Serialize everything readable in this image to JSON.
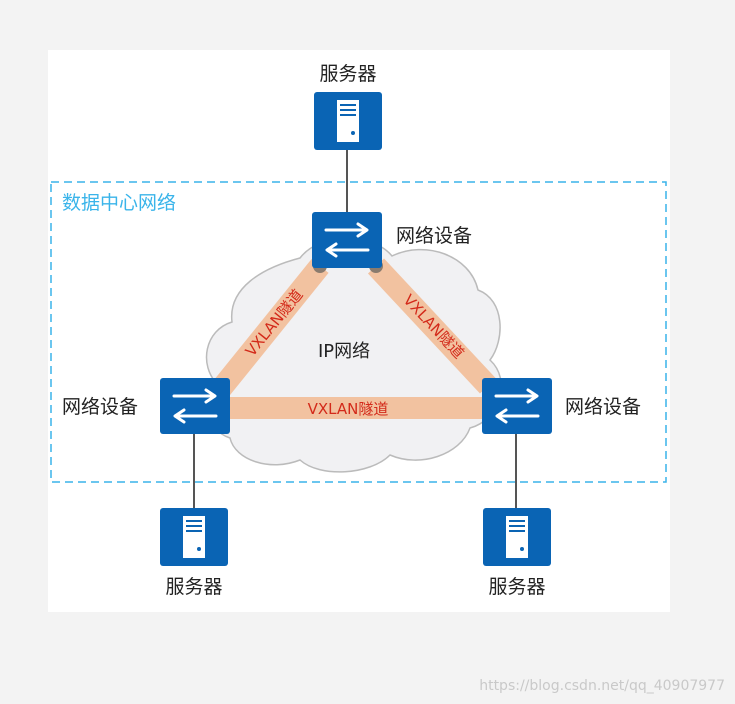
{
  "region": {
    "label": "数据中心网络",
    "color": "#3ab4ea"
  },
  "cloud": {
    "label": "IP网络",
    "fill": "#f1f1f3",
    "stroke": "#bbbbbb"
  },
  "nodes": {
    "top_server": {
      "label": "服务器"
    },
    "top_device": {
      "label": "网络设备"
    },
    "left_device": {
      "label": "网络设备"
    },
    "right_device": {
      "label": "网络设备"
    },
    "left_server": {
      "label": "服务器"
    },
    "right_server": {
      "label": "服务器"
    }
  },
  "tunnels": {
    "left": {
      "label": "VXLAN隧道"
    },
    "right": {
      "label": "VXLAN隧道"
    },
    "bottom": {
      "label": "VXLAN隧道"
    }
  },
  "colors": {
    "device_blue": "#0a64b4",
    "tunnel_fill": "#f2c2a0",
    "tunnel_text": "#d32a1a",
    "link": "#555555"
  },
  "watermark": "https://blog.csdn.net/qq_40907977"
}
